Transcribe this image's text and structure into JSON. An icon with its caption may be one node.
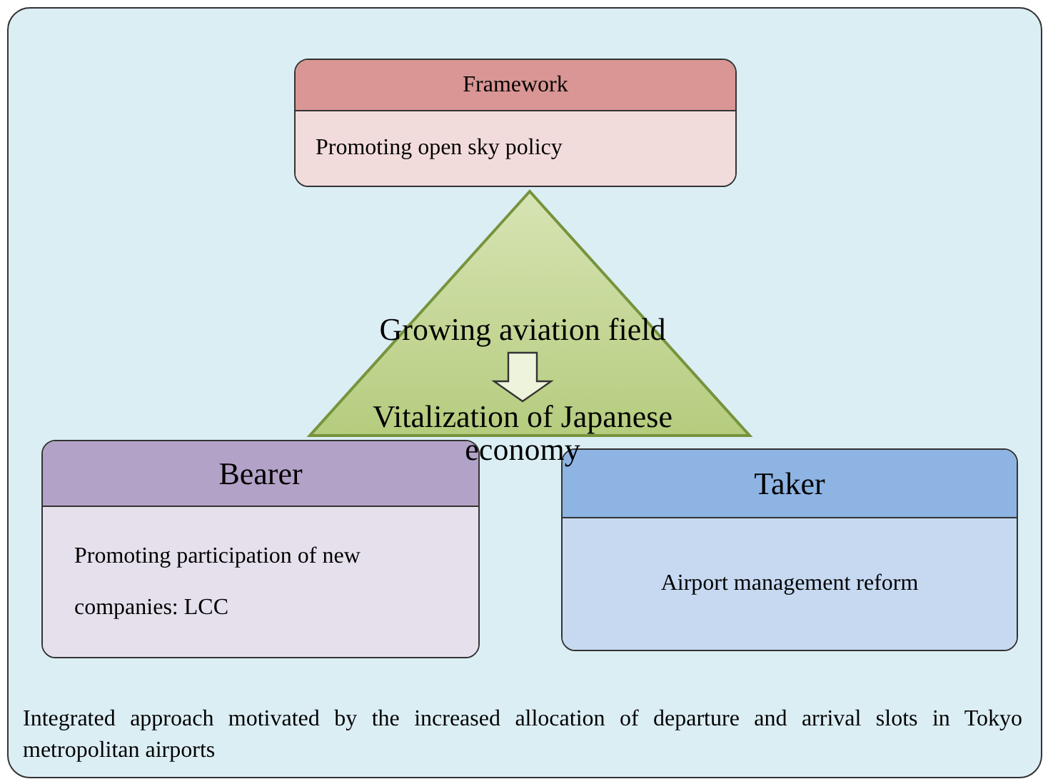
{
  "diagram": {
    "nodes": [
      {
        "text": [
          "Integrated approach motivated by the increased allocation of departure and arrival slots in Tokyo metropolitan airports"
        ]
      },
      {
        "text": [
          "Framework",
          "Promoting open sky policy"
        ],
        "in": 0
      },
      {
        "text": [],
        "shape": "triangle",
        "in": 0
      },
      {
        "text": [
          "Growing aviation field"
        ],
        "in": 2
      },
      {
        "text": [
          "Vitalization of Japanese economy"
        ],
        "in": 0
      },
      {
        "text": [
          "Bearer",
          "Promoting participation of new companies: LCC"
        ],
        "in": 0
      },
      {
        "text": [
          "Taker",
          "Airport management reform"
        ],
        "in": 0
      }
    ],
    "edges": [
      {
        "from": 3,
        "to": 4,
        "arrow": "to"
      }
    ]
  }
}
